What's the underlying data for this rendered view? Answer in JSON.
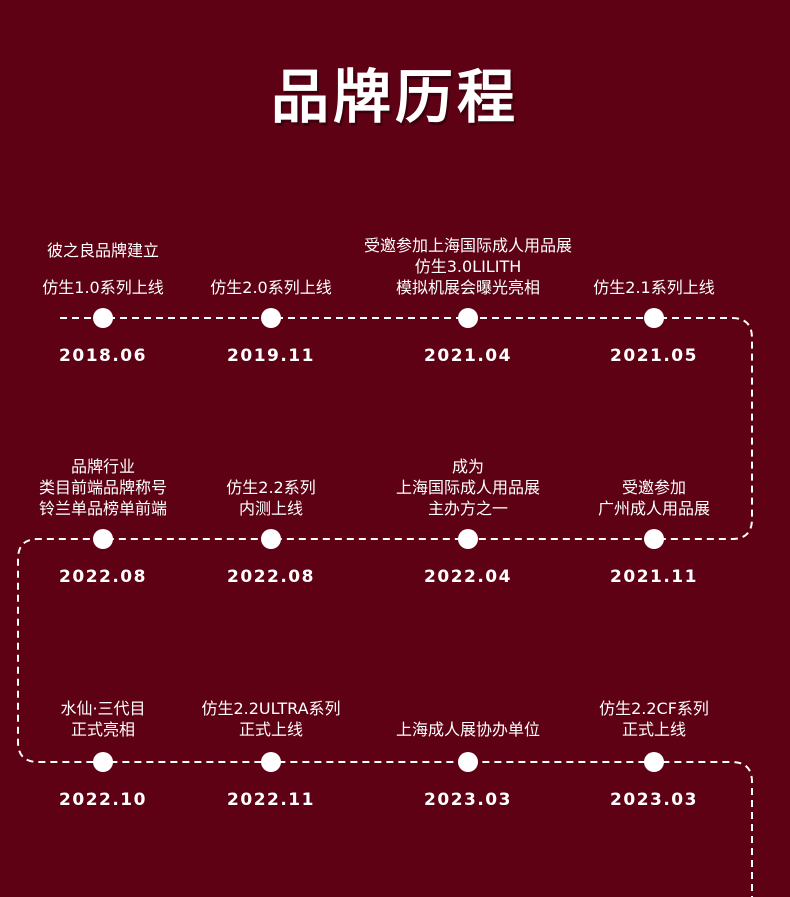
{
  "title": "品牌历程",
  "rows": [
    {
      "items": [
        {
          "date": "2018.06",
          "lines": [
            "彼之良品牌建立",
            "",
            "仿生1.0系列上线"
          ]
        },
        {
          "date": "2019.11",
          "lines": [
            "仿生2.0系列上线"
          ]
        },
        {
          "date": "2021.04",
          "lines": [
            "受邀参加上海国际成人用品展",
            "仿生3.0LILITH",
            "模拟机展会曝光亮相"
          ]
        },
        {
          "date": "2021.05",
          "lines": [
            "仿生2.1系列上线"
          ]
        }
      ]
    },
    {
      "items": [
        {
          "date": "2022.08",
          "lines": [
            "品牌行业",
            "类目前端品牌称号",
            "铃兰单品榜单前端"
          ]
        },
        {
          "date": "2022.08",
          "lines": [
            "仿生2.2系列",
            "内测上线"
          ]
        },
        {
          "date": "2022.04",
          "lines": [
            "成为",
            "上海国际成人用品展",
            "主办方之一"
          ]
        },
        {
          "date": "2021.11",
          "lines": [
            "受邀参加",
            "广州成人用品展"
          ]
        }
      ]
    },
    {
      "items": [
        {
          "date": "2022.10",
          "lines": [
            "水仙·三代目",
            "正式亮相"
          ]
        },
        {
          "date": "2022.11",
          "lines": [
            "仿生2.2ULTRA系列",
            "正式上线"
          ]
        },
        {
          "date": "2023.03",
          "lines": [
            "上海成人展协办单位"
          ]
        },
        {
          "date": "2023.03",
          "lines": [
            "仿生2.2CF系列",
            "正式上线"
          ]
        }
      ]
    }
  ],
  "colors": {
    "background": "#5e0114",
    "foreground": "#ffffff"
  }
}
